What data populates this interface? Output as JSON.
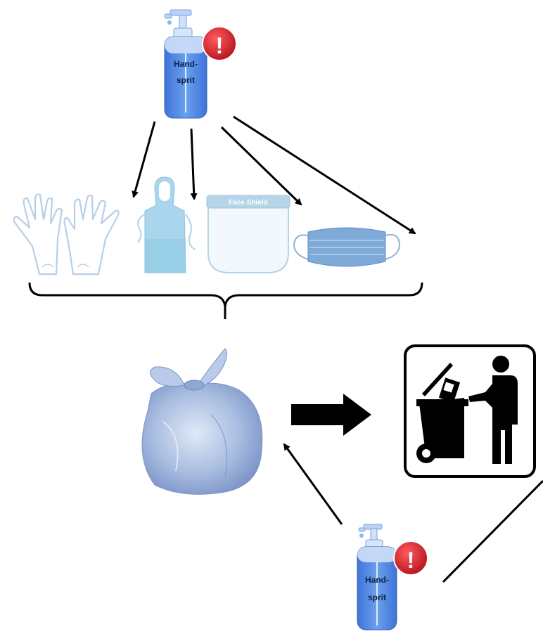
{
  "sanitizer_top": {
    "label_line1": "Hand-",
    "label_line2": "sprit",
    "warning_symbol": "!",
    "icon": "hand-sanitizer-bottle-icon"
  },
  "sanitizer_bottom": {
    "label_line1": "Hand-",
    "label_line2": "sprit",
    "warning_symbol": "!",
    "icon": "hand-sanitizer-bottle-icon"
  },
  "ppe_items": [
    {
      "name": "gloves",
      "icon": "gloves-icon"
    },
    {
      "name": "apron",
      "icon": "apron-icon"
    },
    {
      "name": "face shield",
      "icon": "face-shield-icon",
      "text": "Face Shield"
    },
    {
      "name": "mask",
      "icon": "surgical-mask-icon"
    }
  ],
  "waste_bag": {
    "icon": "garbage-bag-icon"
  },
  "trash_sign": {
    "icon": "trash-disposal-sign-icon"
  },
  "colors": {
    "bottle_blue": "#5b8fe6",
    "bottle_light": "#b9d3f5",
    "warning_red": "#d9252c",
    "ppe_blue": "#9fcde6",
    "bag_blue": "#a9bde0",
    "arrow": "#000000"
  }
}
